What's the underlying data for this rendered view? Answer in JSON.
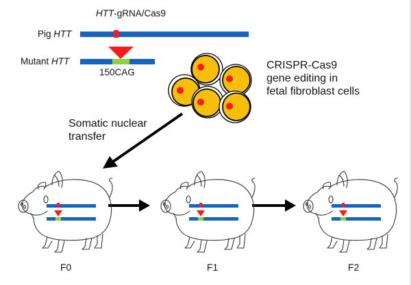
{
  "figure": {
    "guide_label_prefix": "HTT",
    "guide_label_suffix": "-gRNA/Cas9",
    "wildtype_label_prefix": "Pig ",
    "wildtype_label_gene": "HTT",
    "mutant_label_prefix": "Mutant ",
    "mutant_label_gene": "HTT",
    "insert_label": "150CAG",
    "cells_caption": [
      "CRISPR-Cas9",
      "gene editing in",
      "fetal fibroblast cells"
    ],
    "transfer_caption": [
      "Somatic nuclear",
      "transfer"
    ],
    "generations": [
      "F0",
      "F1",
      "F2"
    ],
    "colors": {
      "gene_bar": "#1565c0",
      "cut_site": "#ff1a1a",
      "insert": "#8bd24a",
      "cell_fill": "#f7bf0a",
      "nucleus": "#ff1a1a",
      "arrow": "#000000"
    }
  }
}
